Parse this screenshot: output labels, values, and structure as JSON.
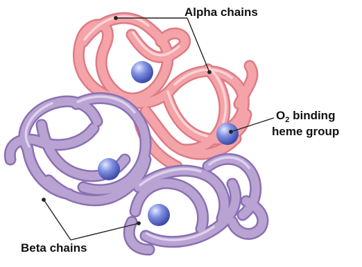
{
  "labels": {
    "alpha": "Alpha chains",
    "o2_main": "O",
    "o2_sub": "2",
    "o2_rest": " binding",
    "heme": "heme group",
    "beta": "Beta chains"
  },
  "colors": {
    "alpha_fill": "#f4a3a8",
    "alpha_shade": "#e07a82",
    "alpha_light": "#fbd3d6",
    "beta_fill": "#b8a3d3",
    "beta_shade": "#8e75b5",
    "beta_light": "#d9cce9",
    "heme": "#6f7fd8",
    "heme_light": "#c9d1f6",
    "leader": "#222222"
  }
}
